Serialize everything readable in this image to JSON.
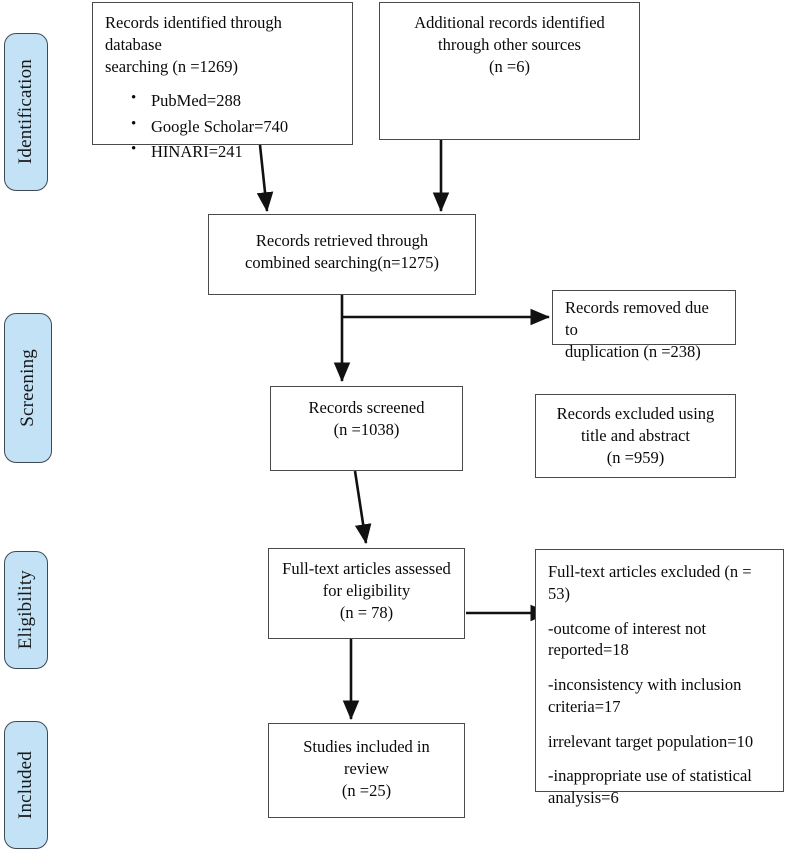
{
  "diagram": {
    "title": "PRISMA study selection flow diagram",
    "accent_blue": "#c3e2f6",
    "border_gray": "#4a4a4a",
    "phase_border": "#3d4a55"
  },
  "phases": [
    {
      "key": "identification",
      "label": "Identification"
    },
    {
      "key": "screening",
      "label": "Screening"
    },
    {
      "key": "eligibility",
      "label": "Eligibility"
    },
    {
      "key": "included",
      "label": "Included"
    }
  ],
  "nodes": {
    "identified_database": {
      "line1": "Records identified through database",
      "line2": "searching (n =1269)",
      "bullets": [
        "PubMed=288",
        " Google Scholar=740",
        "HINARI=241"
      ]
    },
    "additional_records": {
      "line1": "Additional records identified",
      "line2": "through other sources",
      "line3": "(n =6)"
    },
    "retrieved_combined": {
      "line1": "Records retrieved through",
      "line2": "combined searching(n=1275)"
    },
    "removed_duplication": {
      "line1": "Records removed due to",
      "line2": "duplication (n =238)"
    },
    "records_screened": {
      "line1": "Records screened",
      "line2": "(n =1038)"
    },
    "records_excluded": {
      "line1": "Records excluded using",
      "line2": "title and abstract",
      "line3": "(n =959)"
    },
    "fulltext_assessed": {
      "line1": "Full-text articles assessed",
      "line2": "for eligibility",
      "line3": "(n = 78)"
    },
    "fulltext_excluded": {
      "heading": "Full-text articles excluded (n = 53)",
      "reasons": [
        "-outcome of interest not\nreported=18",
        "-inconsistency with inclusion\ncriteria=17",
        "irrelevant target population=10",
        "-inappropriate use of statistical\nanalysis=6"
      ]
    },
    "studies_included": {
      "line1": "Studies included in review",
      "line2": "(n =25)"
    }
  }
}
